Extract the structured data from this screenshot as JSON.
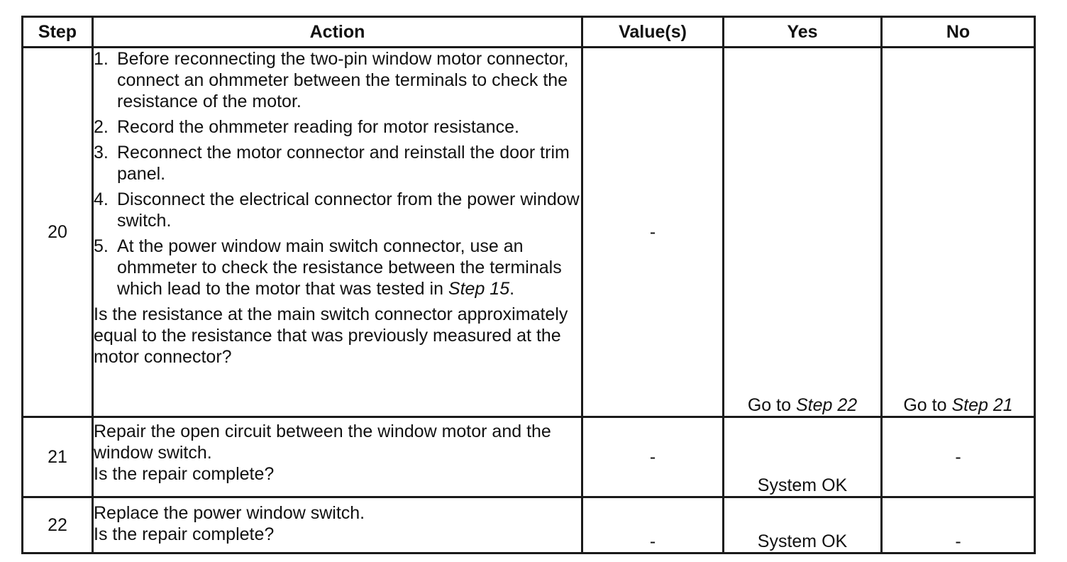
{
  "headers": {
    "step": "Step",
    "action": "Action",
    "values": "Value(s)",
    "yes": "Yes",
    "no": "No"
  },
  "rows": [
    {
      "step": "20",
      "items": [
        {
          "num": "1.",
          "text": "Before reconnecting the two-pin window motor connector, connect an ohmmeter between the terminals to check the resistance of the motor."
        },
        {
          "num": "2.",
          "text": "Record the ohmmeter reading for motor resistance."
        },
        {
          "num": "3.",
          "text": "Reconnect the motor connector and reinstall the door trim panel."
        },
        {
          "num": "4.",
          "text": "Disconnect the electrical connector from the power window switch."
        },
        {
          "num": "5.",
          "text": "At the power window main switch connector, use an ohmmeter to check the resistance between the terminals which lead to the motor that was tested in ",
          "ref": "Step 15",
          "after": "."
        }
      ],
      "question": "Is the resistance at the main switch connector approximately equal to the resistance that was previously measured at the motor connector?",
      "value": "-",
      "yes_prefix": "Go to ",
      "yes_ref": "Step 22",
      "no_prefix": "Go to ",
      "no_ref": "Step 21"
    },
    {
      "step": "21",
      "line1": "Repair the open circuit between the window motor and the window switch.",
      "question": "Is the repair complete?",
      "value": "-",
      "yes": "System OK",
      "no": "-"
    },
    {
      "step": "22",
      "line1": "Replace the power window switch.",
      "question": "Is the repair complete?",
      "value": "-",
      "yes": "System OK",
      "no": "-"
    }
  ]
}
